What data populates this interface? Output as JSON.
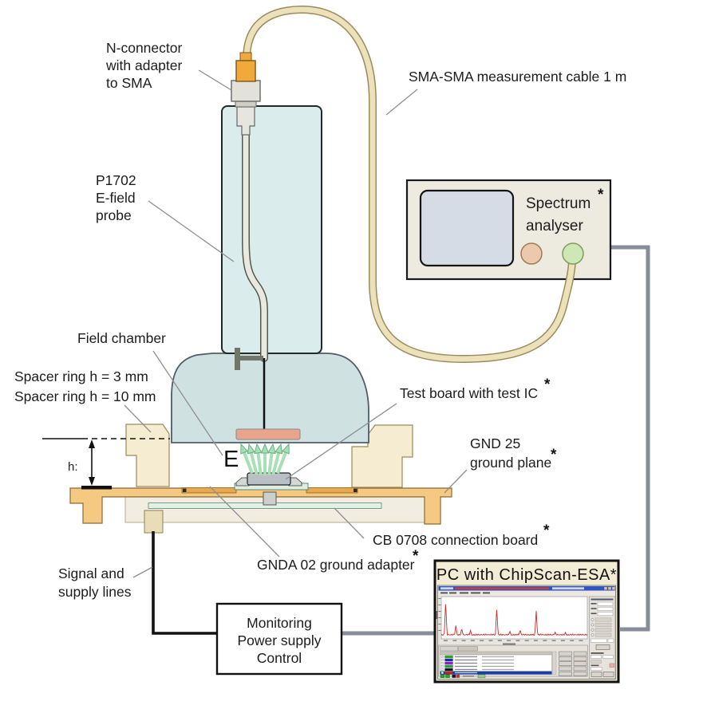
{
  "labels": {
    "asterisk": "*",
    "n_connector": [
      "N-connector",
      "with adapter",
      "to SMA"
    ],
    "sma_cable": "SMA-SMA measurement cable 1 m",
    "probe": [
      "P1702",
      "E-field",
      "probe"
    ],
    "field_chamber": "Field chamber",
    "spacer_rings": [
      "Spacer ring h = 3 mm",
      "Spacer ring h = 10 mm"
    ],
    "h_dim": "h:",
    "e_field": "E",
    "test_board": "Test board with test IC",
    "gnd_plane": [
      "GND 25",
      "ground plane"
    ],
    "cb_board": "CB 0708 connection board",
    "gnda_adapter": "GNDA 02 ground adapter",
    "signal_lines": [
      "Signal and",
      "supply lines"
    ]
  },
  "spectrum_analyser": {
    "line1": "Spectrum",
    "line2": "analyser"
  },
  "monitoring_box": [
    "Monitoring",
    "Power supply",
    "Control"
  ],
  "pc_window": {
    "title": "PC with ChipScan-ESA*",
    "titlebar_color": "#2f55c4",
    "trace_color": "#cc2a2a",
    "selected_row_color": "#1c3f9e",
    "selected_index": 5,
    "row_colors": [
      "#21b521",
      "#2222dd",
      "#8a22cc",
      "#21a547",
      "#111111",
      "#d42020"
    ],
    "plot": {
      "baseline": 0.93,
      "noise": 0.055,
      "peaks": [
        [
          0.03,
          1.0
        ],
        [
          0.1,
          0.3
        ],
        [
          0.14,
          0.22
        ],
        [
          0.2,
          0.16
        ],
        [
          0.38,
          0.82
        ],
        [
          0.47,
          0.14
        ],
        [
          0.54,
          0.18
        ],
        [
          0.65,
          0.72
        ],
        [
          0.78,
          0.12
        ],
        [
          0.85,
          0.1
        ]
      ]
    }
  },
  "colors": {
    "cable": "#ece1ba",
    "cable_edge": "#9a8c5c",
    "dome": "#cfe1e1",
    "probe_body": "#daeceb",
    "gnd_plane": "#f6c983",
    "spacer": "#f5ecd2",
    "adapter_strip": "#e8a94e",
    "board_mint": "#e4f0e6",
    "electrode": "#e8a58c",
    "arrow_green": "#a8dfb5",
    "connector_orange": "#f2a93b",
    "knob_tan": "#ecc9ac",
    "knob_green": "#cfe7b4",
    "wire_gray": "#868e99"
  }
}
